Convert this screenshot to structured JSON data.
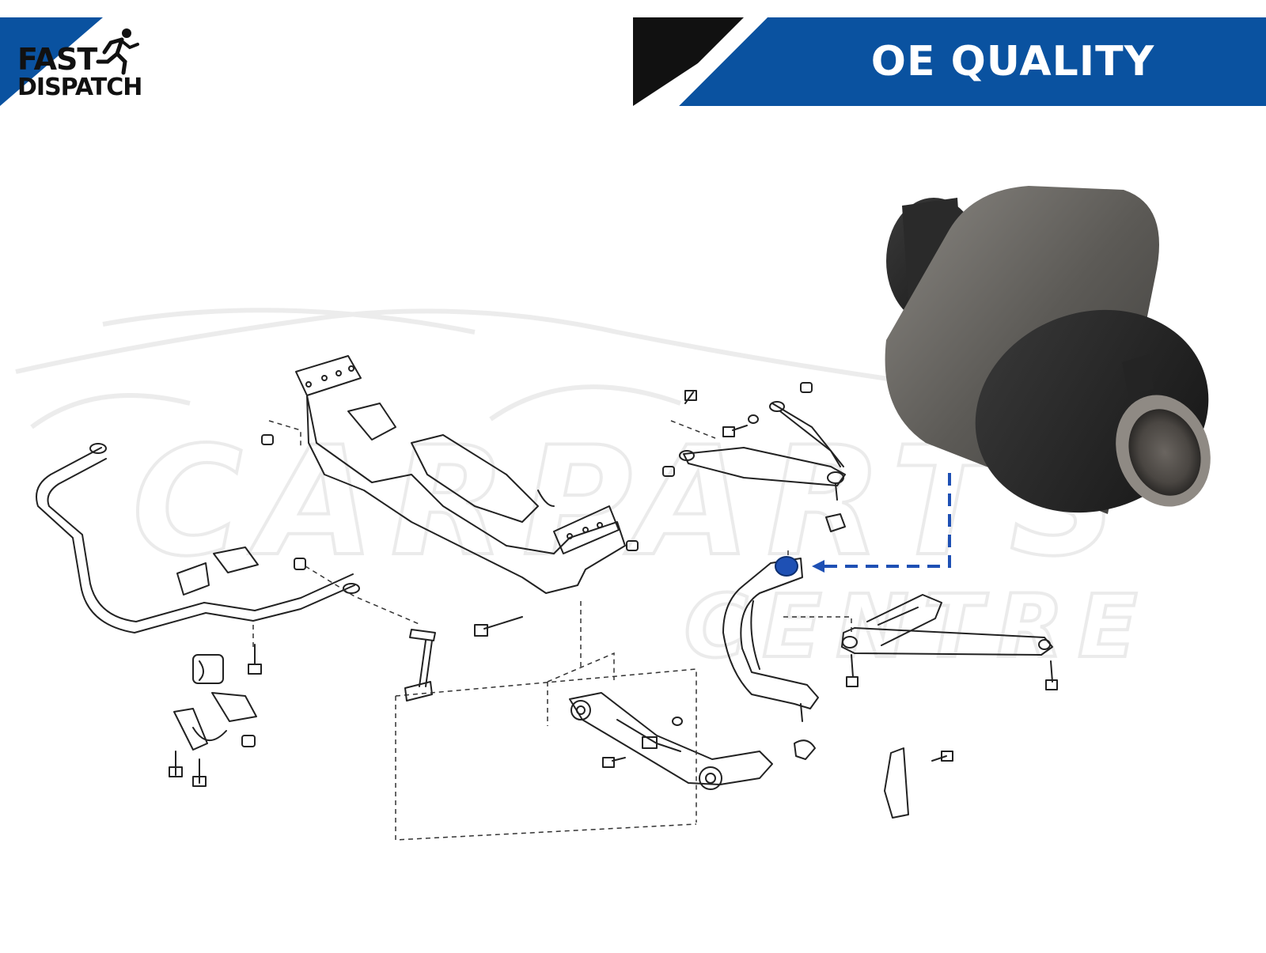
{
  "header": {
    "logo": {
      "line1": "FAST",
      "line2": "DISPATCH",
      "icon": "running-man-icon"
    },
    "banner_text": "OE QUALITY"
  },
  "watermark": {
    "line1": "CARPARTS",
    "line2": "CENTRE"
  },
  "colors": {
    "brand_blue": "#0a52a0",
    "banner_black": "#111111",
    "line_art": "#222222",
    "highlight": "#1e50b4"
  },
  "diagram": {
    "icons": [
      "stabilizer-bar-icon",
      "subframe-icon",
      "upper-arm-icon",
      "lower-arm-icon",
      "compression-rod-icon",
      "bushing-photo-icon"
    ]
  }
}
